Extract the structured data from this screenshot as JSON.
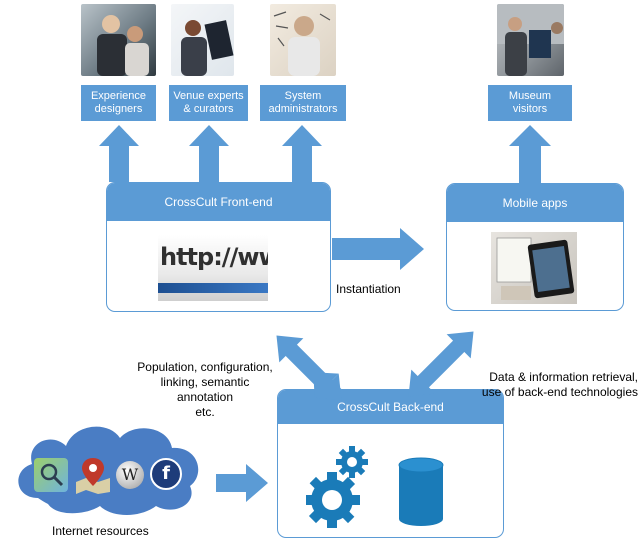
{
  "roles": {
    "experience_designers": "Experience\ndesigners",
    "venue_experts": "Venue experts\n& curators",
    "system_administrators": "System\nadministrators",
    "museum_visitors": "Museum\nvisitors"
  },
  "frontend": {
    "title": "CrossCult Front-end",
    "image_text": "http://www"
  },
  "mobile": {
    "title": "Mobile apps"
  },
  "backend": {
    "title": "CrossCult Back-end"
  },
  "labels": {
    "instantiation": "Instantiation",
    "population": "Population, configuration,\nlinking, semantic annotation\netc.",
    "data_retrieval": "Data & information retrieval,\nuse of back-end technologies",
    "internet_resources": "Internet resources"
  },
  "colors": {
    "accent": "#5b9bd5",
    "arrow": "#5b9bd5",
    "cloud": "#4a7dc4"
  },
  "icons": [
    "map-search-icon",
    "map-pin-icon",
    "wikipedia-icon",
    "facebook-icon",
    "gears-icon",
    "database-icon"
  ]
}
